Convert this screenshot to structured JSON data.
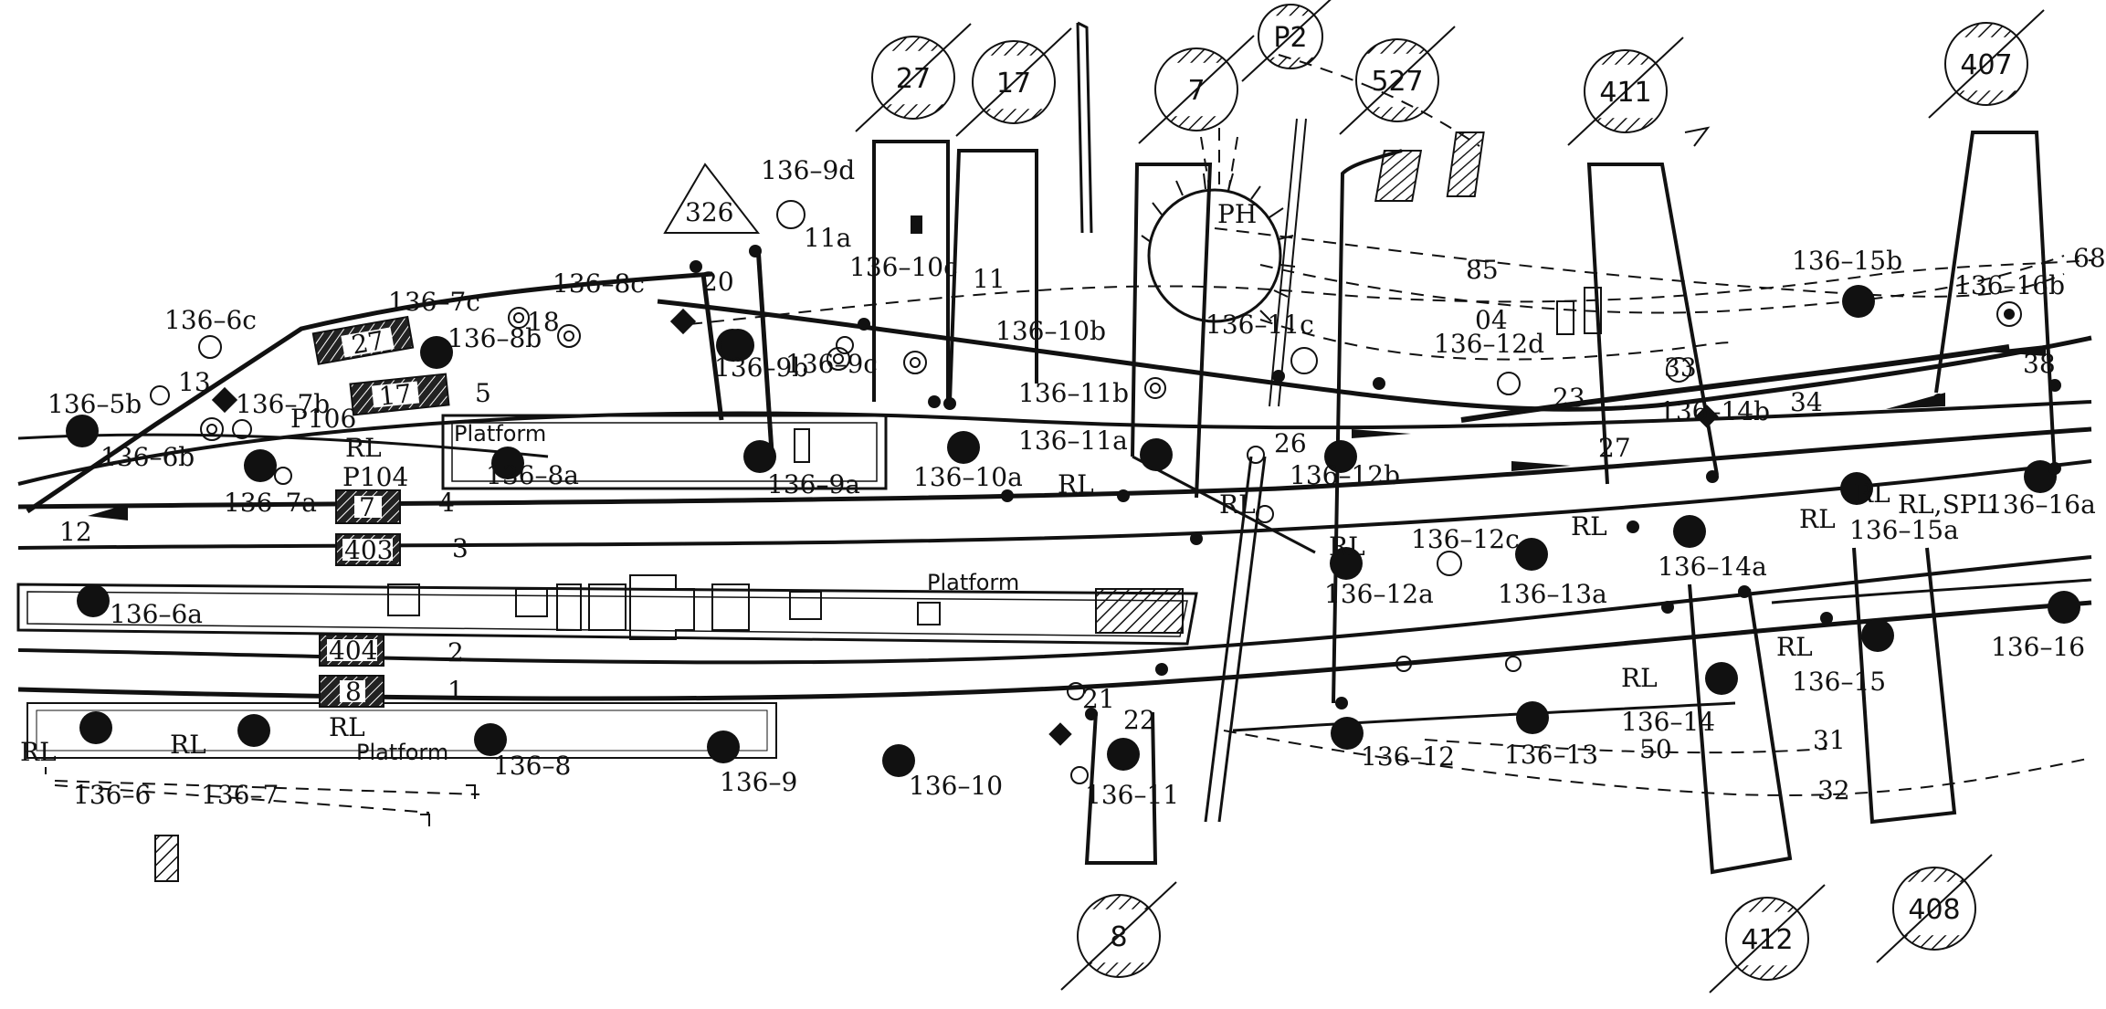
{
  "diagram": {
    "circle_refs": [
      "27",
      "17",
      "7",
      "P2",
      "527",
      "411",
      "407",
      "8",
      "412",
      "408"
    ],
    "triangle_ref": "326",
    "roundhouse_label": "PH",
    "platform_labels": [
      "Platform",
      "Platform",
      "Platform"
    ],
    "track_numbers": [
      "1",
      "2",
      "3",
      "4",
      "5"
    ],
    "boxed_track_labels": [
      "27",
      "17",
      "7",
      "403",
      "404",
      "8"
    ],
    "siding_numbers": [
      "11",
      "85",
      "04",
      "23",
      "27",
      "34",
      "31",
      "32",
      "50",
      "38",
      "68",
      "33",
      "26",
      "21",
      "22",
      "18",
      "20",
      "13",
      "12"
    ],
    "signal_labels": [
      "136–5b",
      "136–6c",
      "136–6b",
      "136–7c",
      "136–7b",
      "136–7a",
      "136–8c",
      "136–8b",
      "136–8a",
      "136–9d",
      "136–9b",
      "136–9c",
      "136–9a",
      "136–10c",
      "136–10b",
      "136–10a",
      "136–11b",
      "136–11a",
      "136–11c",
      "136–12d",
      "136–12b",
      "136–12c",
      "136–12a",
      "136–13a",
      "136–14b",
      "136–14a",
      "136–15b",
      "136–15a",
      "136–16b",
      "136–16a",
      "136–6a",
      "136–6",
      "136–7",
      "136–8",
      "136–9",
      "136–10",
      "136–11",
      "136–12",
      "136–13",
      "136–14",
      "136–15",
      "136–16",
      "11a",
      "P106",
      "P104"
    ],
    "rl_labels": [
      "RL",
      "RL",
      "RL",
      "RL",
      "RL",
      "RL",
      "RL",
      "RL",
      "RL",
      "RL",
      "RL",
      "RL",
      "RL,SPL"
    ]
  }
}
